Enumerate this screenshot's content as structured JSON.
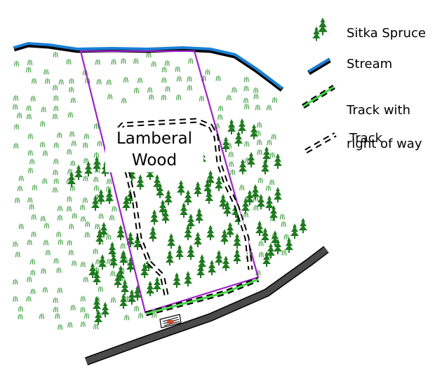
{
  "map": {
    "area_label_line1": "Lamberal",
    "area_label_line2": "Wood"
  },
  "legend": {
    "sitka_spruce": "Sitka Spruce",
    "stream": "Stream",
    "track_right_of_way_line1": "Track with",
    "track_right_of_way_line2": "right of way",
    "track": "Track"
  },
  "symbols": {
    "spruce": "spruce-tree-icon",
    "grass": "grass-tuft-icon",
    "gate": "gate-icon"
  },
  "colors": {
    "stream": "#1a7fd6",
    "boundary": "#a020c8",
    "spruce": "#1f7a1f",
    "grass": "#3a9a3a",
    "right_of_way": "#47d447",
    "road": "#333333"
  }
}
